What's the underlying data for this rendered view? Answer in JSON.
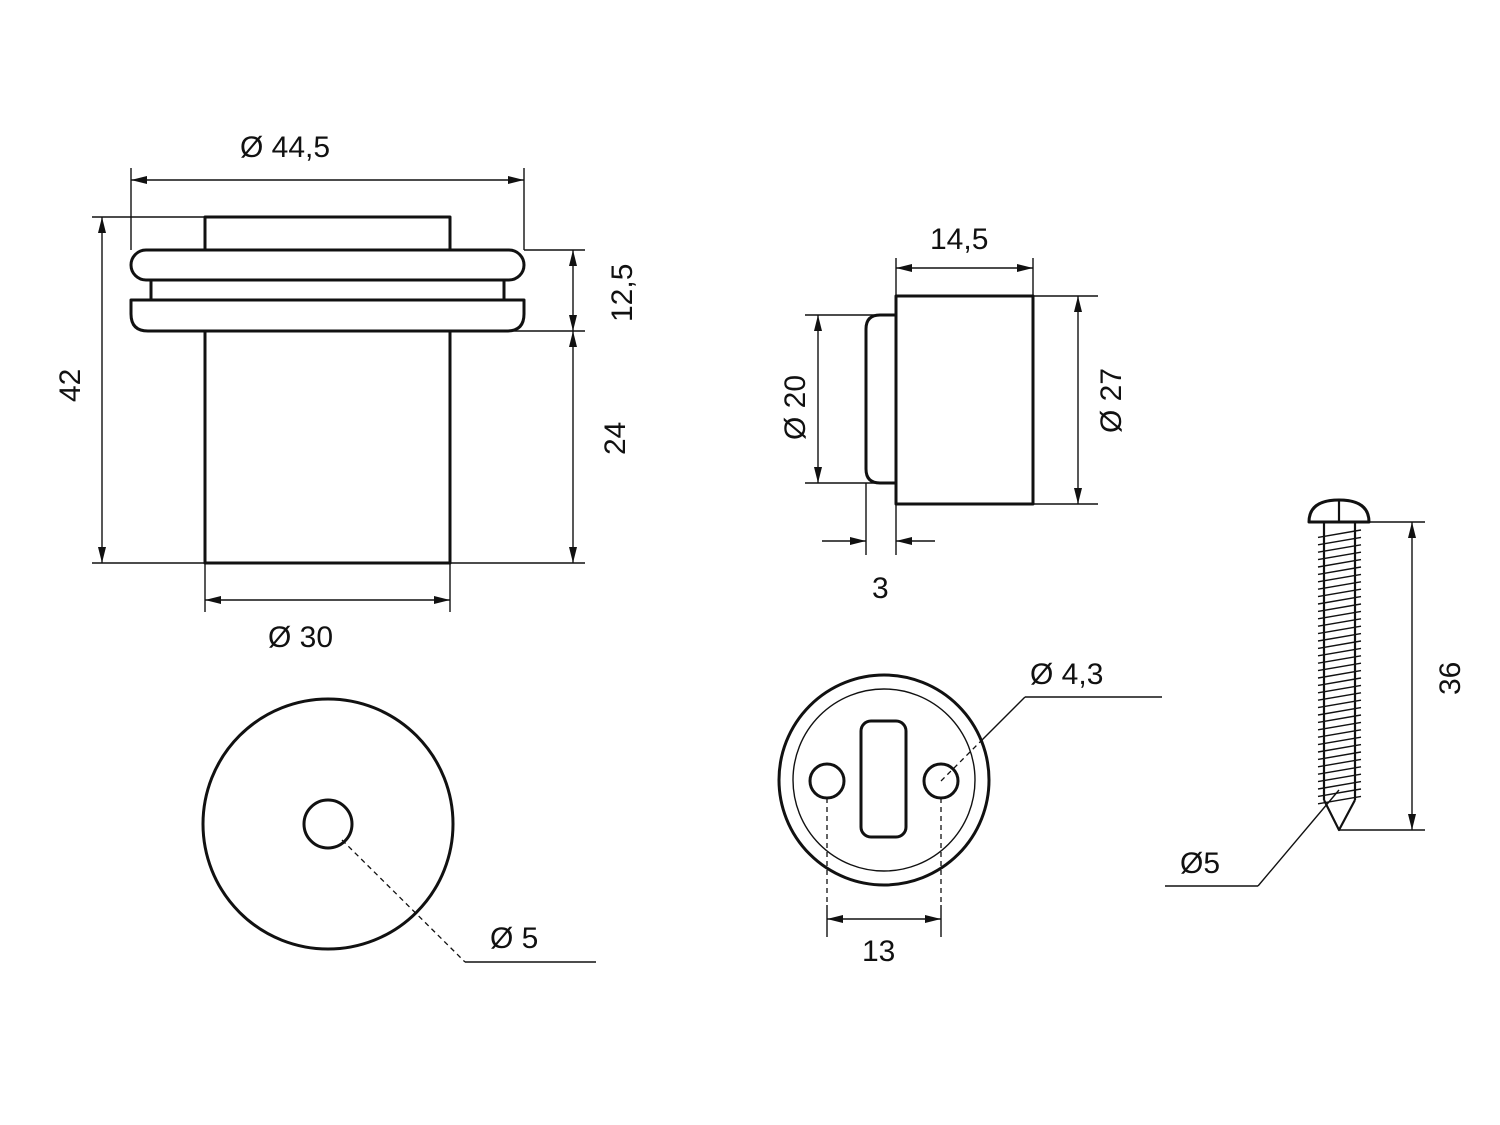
{
  "dimensions": {
    "stopper_diameter": "Ø 44,5",
    "stopper_height": "42",
    "stopper_head_height": "12,5",
    "stopper_body_height": "24",
    "stopper_base_diameter": "Ø 30",
    "stopper_hole_diameter": "Ø 5",
    "catch_length": "14,5",
    "catch_front_diameter": "Ø 20",
    "catch_body_diameter": "Ø 27",
    "catch_lip_thickness": "3",
    "plate_hole_diameter": "Ø  4,3",
    "plate_hole_spacing": "13",
    "screw_length": "36",
    "screw_diameter": "Ø5"
  }
}
